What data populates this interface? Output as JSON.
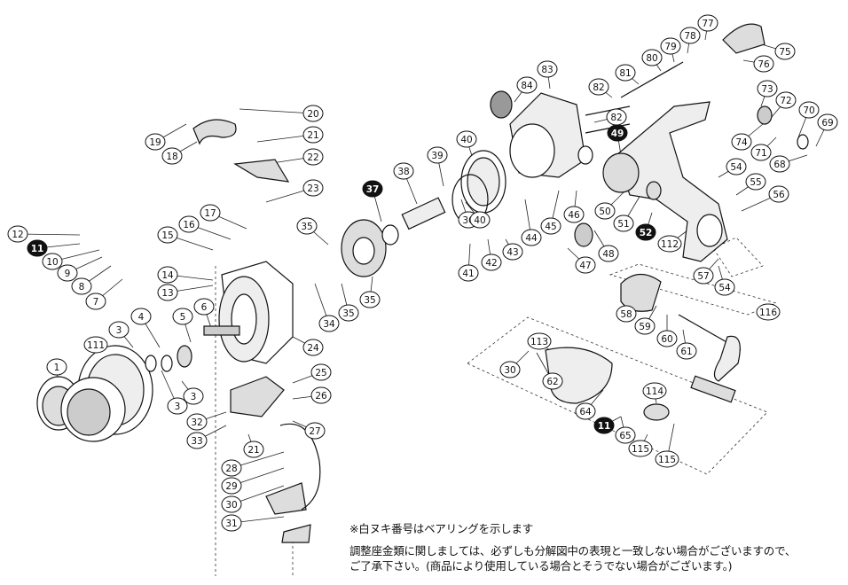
{
  "labels": [
    "1",
    "3",
    "3",
    "3",
    "4",
    "5",
    "6",
    "7",
    "8",
    "9",
    "10",
    "11",
    "12",
    "13",
    "14",
    "15",
    "16",
    "17",
    "18",
    "19",
    "20",
    "21",
    "21",
    "22",
    "23",
    "24",
    "25",
    "26",
    "27",
    "28",
    "29",
    "30",
    "30",
    "31",
    "32",
    "33",
    "34",
    "35",
    "35",
    "35",
    "36",
    "37",
    "38",
    "39",
    "40",
    "40",
    "41",
    "42",
    "43",
    "44",
    "45",
    "46",
    "47",
    "48",
    "49",
    "50",
    "51",
    "52",
    "54",
    "54",
    "55",
    "56",
    "57",
    "58",
    "59",
    "60",
    "61",
    "62",
    "64",
    "65",
    "68",
    "69",
    "70",
    "71",
    "72",
    "73",
    "74",
    "75",
    "76",
    "77",
    "78",
    "79",
    "80",
    "81",
    "82",
    "82",
    "83",
    "84",
    "111",
    "112",
    "113",
    "114",
    "115",
    "115",
    "116",
    "11"
  ],
  "filled_labels": [
    "11",
    "37",
    "49",
    "52",
    "11"
  ],
  "notes": {
    "bearing_note": "※白ヌキ番号はベアリングを示します",
    "line2": "調整座金類に関しましては、必ずしも分解図中の表現と一致しない場合がございますので、",
    "line3": "ご了承下さい。(商品により使用している場合とそうでない場合がございます。)"
  }
}
